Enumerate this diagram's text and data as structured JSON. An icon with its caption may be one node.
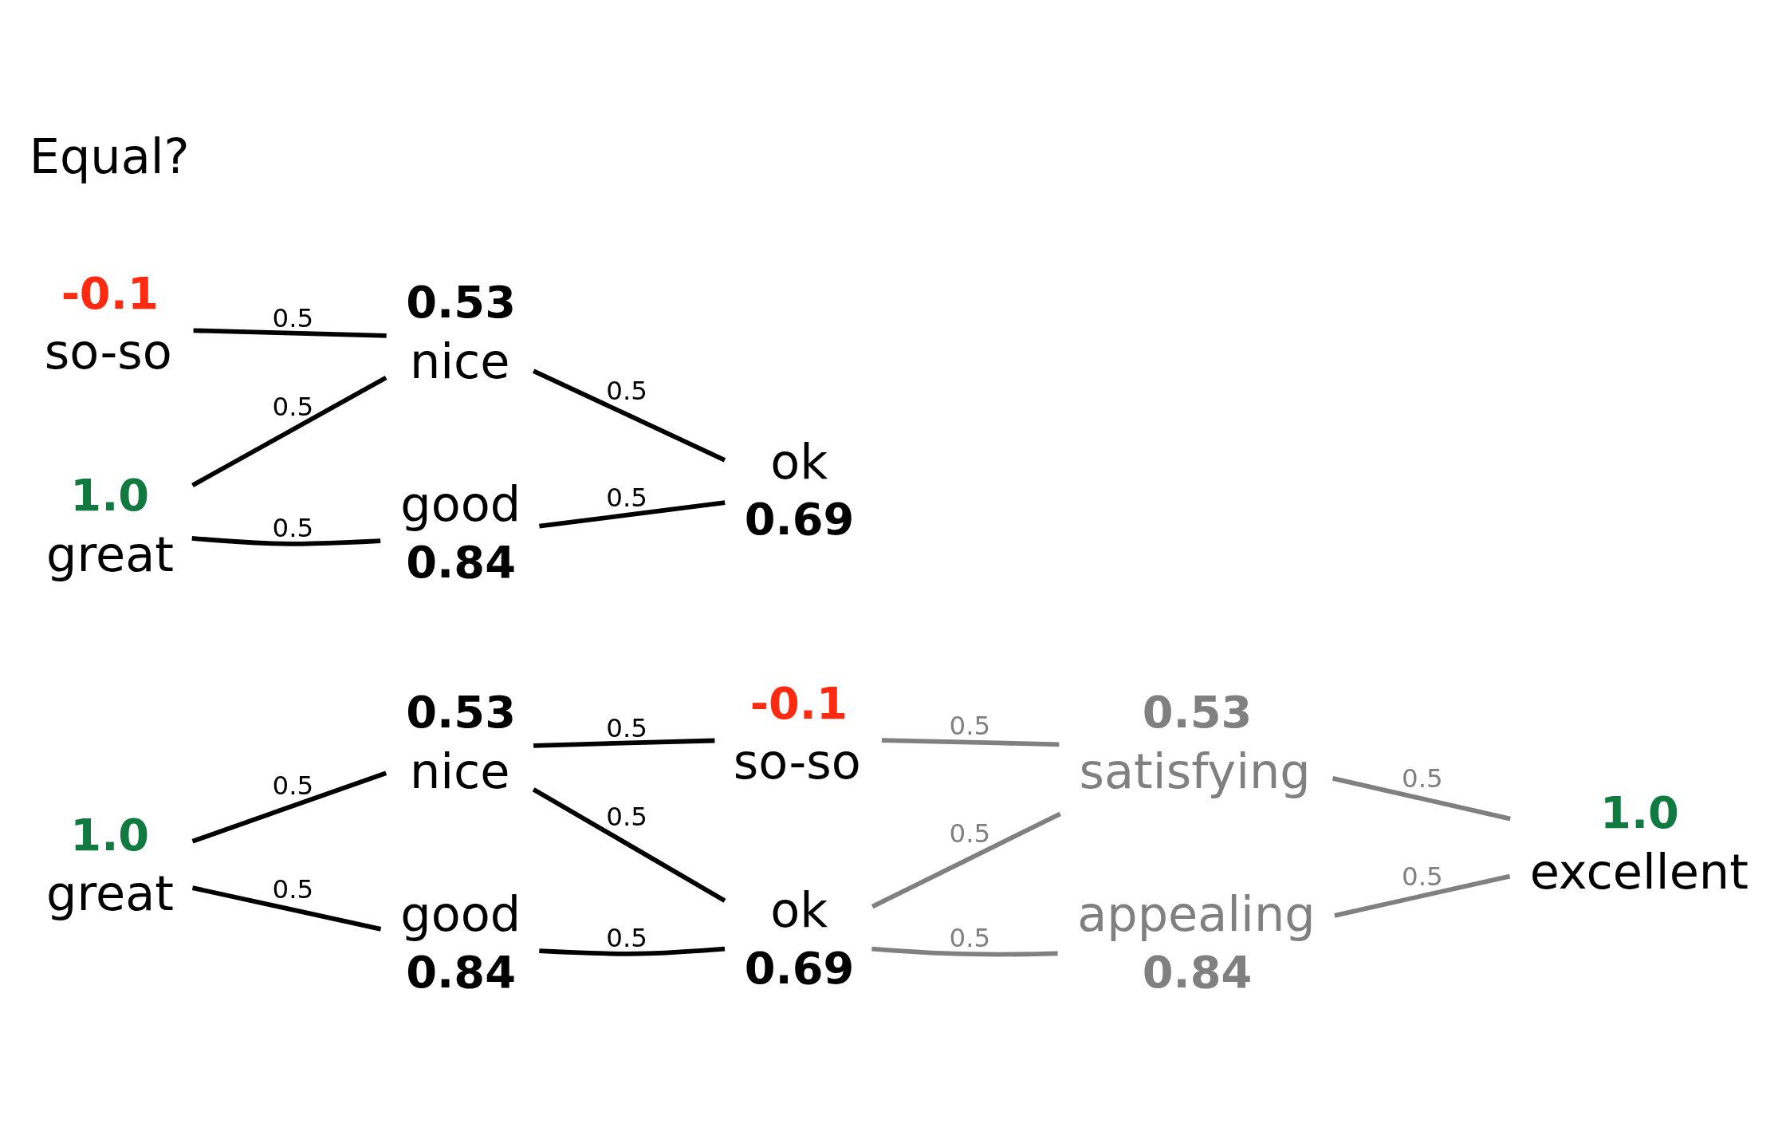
{
  "diagram": {
    "nodes": [
      {
        "text": [
          "great"
        ],
        "beside": [
          "1.0"
        ]
      },
      {
        "text": [
          "nice"
        ],
        "beside": [
          "0.53"
        ]
      },
      {
        "text": [
          "so-so"
        ],
        "beside": [
          "-0.1"
        ]
      },
      {
        "text": [
          "good"
        ],
        "beside": [
          "0.84"
        ]
      },
      {
        "text": [
          "ok"
        ],
        "beside": [
          "0.69"
        ]
      },
      {
        "text": [
          "satisfying"
        ],
        "beside": [
          "0.53"
        ]
      },
      {
        "text": [
          "appealing"
        ],
        "beside": [
          "0.84"
        ]
      },
      {
        "text": [
          "excellent"
        ],
        "beside": [
          "1.0"
        ]
      },
      {
        "text": [
          "so-so"
        ],
        "beside": [
          "-0.1"
        ]
      },
      {
        "text": [
          "great"
        ],
        "beside": [
          "1.0"
        ]
      },
      {
        "text": [
          "nice"
        ],
        "beside": [
          "0.53"
        ]
      },
      {
        "text": [
          "good"
        ],
        "beside": [
          "0.84"
        ]
      },
      {
        "text": [
          "ok"
        ],
        "beside": [
          "0.69"
        ]
      }
    ],
    "edges": [
      {
        "from": 0,
        "to": 1,
        "arrow": "none",
        "label": "0.5"
      },
      {
        "from": 1,
        "to": 2,
        "arrow": "none",
        "label": "0.5"
      },
      {
        "from": 0,
        "to": 3,
        "arrow": "none",
        "label": "0.5"
      },
      {
        "from": 1,
        "to": 4,
        "arrow": "none",
        "label": "0.5"
      },
      {
        "from": 3,
        "to": 4,
        "arrow": "none",
        "label": "0.5"
      },
      {
        "from": 2,
        "to": 5,
        "arrow": "none",
        "label": "0.5",
        "color": "#808080"
      },
      {
        "from": 4,
        "to": 5,
        "arrow": "none",
        "label": "0.5",
        "color": "#808080"
      },
      {
        "from": 4,
        "to": 6,
        "arrow": "none",
        "label": "0.5",
        "color": "#808080"
      },
      {
        "from": 5,
        "to": 7,
        "arrow": "none",
        "label": "0.5",
        "color": "#808080"
      },
      {
        "from": 6,
        "to": 7,
        "arrow": "none",
        "label": "0.5",
        "color": "#808080"
      },
      {
        "from": 8,
        "to": 10,
        "arrow": "none",
        "label": "0.5"
      },
      {
        "from": 9,
        "to": 10,
        "arrow": "none",
        "label": "0.5"
      },
      {
        "from": 9,
        "to": 11,
        "arrow": "none",
        "label": "0.5"
      },
      {
        "from": 10,
        "to": 12,
        "arrow": "none",
        "label": "0.5"
      },
      {
        "from": 11,
        "to": 12,
        "arrow": "none",
        "label": "0.5"
      }
    ],
    "labels": [
      "Equal?"
    ]
  }
}
